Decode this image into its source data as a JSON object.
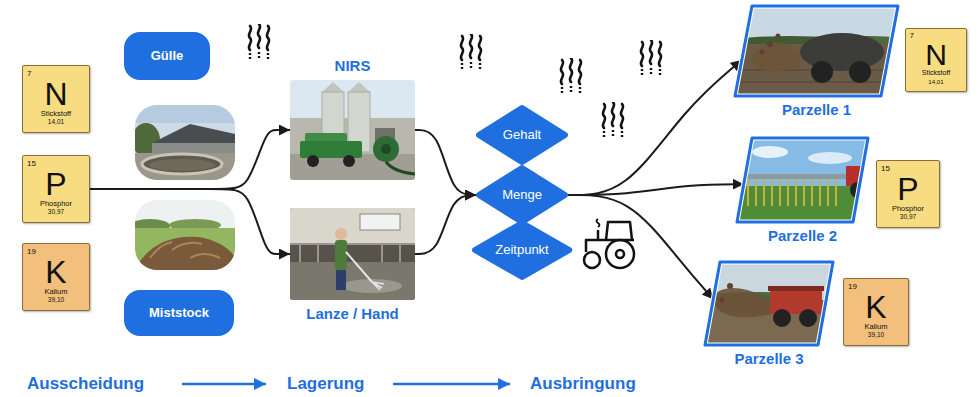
{
  "diagram": {
    "nodes": [
      {
        "text": [
          "7",
          "N",
          "Stickstoff",
          "14,01"
        ]
      },
      {
        "text": [
          "15",
          "P",
          "Phosphor",
          "30,97"
        ]
      },
      {
        "text": [
          "19",
          "K",
          "Kalium",
          "39,10"
        ]
      },
      {
        "text": [
          "Gülle"
        ]
      },
      {
        "text": [
          "Miststock"
        ]
      },
      {
        "text": [
          "NIRS"
        ]
      },
      {
        "text": [
          "Lanze / Hand"
        ]
      },
      {
        "text": [
          "Gehalt"
        ]
      },
      {
        "text": [
          "Menge"
        ]
      },
      {
        "text": [
          "Zeitpunkt"
        ]
      },
      {
        "text": [
          "Parzelle 1"
        ]
      },
      {
        "text": [
          "7",
          "N",
          "Stickstoff",
          "14,01"
        ]
      },
      {
        "text": [
          "Parzelle 2"
        ]
      },
      {
        "text": [
          "15",
          "P",
          "Phosphor",
          "30,97"
        ]
      },
      {
        "text": [
          "Parzelle 3"
        ]
      },
      {
        "text": [
          "19",
          "K",
          "Kalium",
          "39,10"
        ]
      }
    ],
    "edges": [
      {
        "from": 1,
        "to": 5,
        "arrow": "to"
      },
      {
        "from": 1,
        "to": 6,
        "arrow": "to"
      },
      {
        "from": 5,
        "to": 8,
        "arrow": "to"
      },
      {
        "from": 6,
        "to": 8,
        "arrow": "to"
      },
      {
        "from": 8,
        "to": 10,
        "arrow": "to"
      },
      {
        "from": 8,
        "to": 12,
        "arrow": "to"
      },
      {
        "from": 8,
        "to": 14,
        "arrow": "to"
      }
    ],
    "labels": [
      "Ausscheidung",
      "Lagerung",
      "Ausbringung"
    ]
  }
}
